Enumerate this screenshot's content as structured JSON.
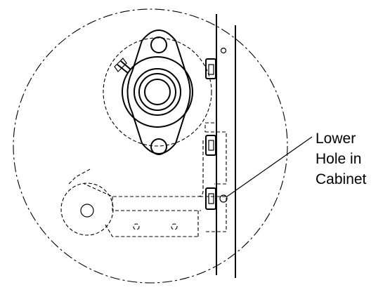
{
  "callout": {
    "line1": "Lower",
    "line2": "Hole in",
    "line3": "Cabinet"
  },
  "colors": {
    "stroke": "#000000",
    "background": "#ffffff"
  }
}
